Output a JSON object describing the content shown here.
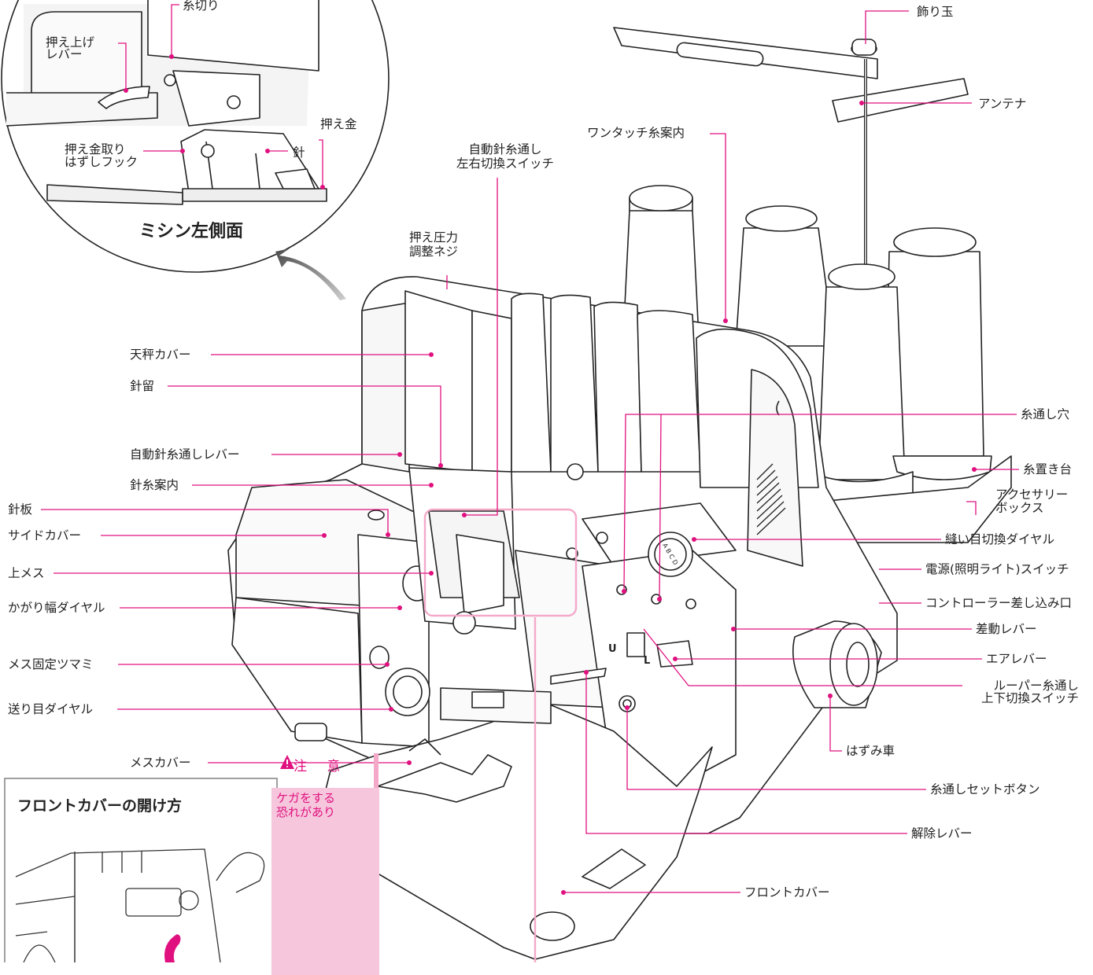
{
  "accent_color": "#e0117f",
  "inset_side_view": {
    "title": "ミシン左側面",
    "labels": {
      "thread_cutter": "糸切り",
      "presser_lift_lever": "押え上げ\nレバー",
      "presser_foot": "押え金",
      "presser_release_hook": "押え金取り\nはずしフック",
      "needle": "針"
    }
  },
  "front_cover_box": {
    "title": "フロントカバーの開け方"
  },
  "caution": {
    "heading": "注 意",
    "icon": "warning-triangle-icon",
    "text": "ケガをする\n恐れがあり"
  },
  "labels_left": [
    {
      "key": "tension_cover",
      "text": "天秤カバー"
    },
    {
      "key": "needle_clamp",
      "text": "針留"
    },
    {
      "key": "auto_threader_lever",
      "text": "自動針糸通しレバー"
    },
    {
      "key": "needle_thread_guide",
      "text": "針糸案内"
    },
    {
      "key": "needle_plate",
      "text": "針板"
    },
    {
      "key": "side_cover",
      "text": "サイドカバー"
    },
    {
      "key": "upper_knife",
      "text": "上メス"
    },
    {
      "key": "overlock_width_dial",
      "text": "かがり幅ダイヤル"
    },
    {
      "key": "knife_lock_knob",
      "text": "メス固定ツマミ"
    },
    {
      "key": "stitch_length_dial",
      "text": "送り目ダイヤル"
    },
    {
      "key": "knife_cover",
      "text": "メスカバー"
    }
  ],
  "labels_top": {
    "auto_threader_switch": "自動針糸通し\n左右切換スイッチ",
    "pressure_screw": "押え圧力\n調整ネジ",
    "one_touch_guide": "ワンタッチ糸案内",
    "ornament_ball": "飾り玉",
    "antenna": "アンテナ"
  },
  "labels_right": [
    {
      "key": "threading_hole",
      "text": "糸通し穴"
    },
    {
      "key": "spool_stand",
      "text": "糸置き台"
    },
    {
      "key": "accessory_box",
      "text": "アクセサリー\nボックス"
    },
    {
      "key": "stitch_selector_dial",
      "text": "縫い目切換ダイヤル"
    },
    {
      "key": "power_switch",
      "text": "電源(照明ライト)スイッチ"
    },
    {
      "key": "controller_socket",
      "text": "コントローラー差し込み口"
    },
    {
      "key": "differential_lever",
      "text": "差動レバー"
    },
    {
      "key": "air_lever",
      "text": "エアレバー"
    },
    {
      "key": "looper_switch",
      "text": "ルーパー糸通し\n上下切換スイッチ"
    },
    {
      "key": "handwheel",
      "text": "はずみ車"
    },
    {
      "key": "threading_set_button",
      "text": "糸通しセットボタン"
    },
    {
      "key": "release_lever",
      "text": "解除レバー"
    },
    {
      "key": "front_cover",
      "text": "フロントカバー"
    }
  ],
  "switch_marks": {
    "u": "U",
    "l": "L"
  },
  "dial_letters": "A B C D"
}
